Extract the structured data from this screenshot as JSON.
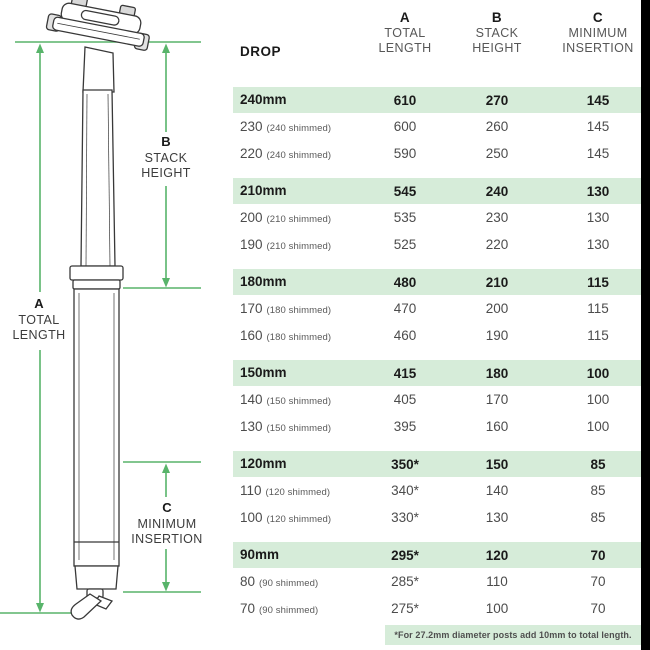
{
  "colors": {
    "accent_green": "#58b46a",
    "highlight_green": "#d6ecd9",
    "text_dark": "#1a1a1a",
    "text_gray": "#4c4c4c",
    "right_bar": "#000000"
  },
  "diagram": {
    "dim_a": {
      "letter": "A",
      "line1": "TOTAL",
      "line2": "LENGTH"
    },
    "dim_b": {
      "letter": "B",
      "line1": "STACK",
      "line2": "HEIGHT"
    },
    "dim_c": {
      "letter": "C",
      "line1": "MINIMUM",
      "line2": "INSERTION"
    }
  },
  "table": {
    "drop_header": "DROP",
    "columns": [
      {
        "letter": "A",
        "label1": "TOTAL",
        "label2": "LENGTH"
      },
      {
        "letter": "B",
        "label1": "STACK",
        "label2": "HEIGHT"
      },
      {
        "letter": "C",
        "label1": "MINIMUM",
        "label2": "INSERTION"
      }
    ],
    "groups": [
      {
        "band": {
          "drop": "240mm",
          "a": "610",
          "b": "270",
          "c": "145"
        },
        "rows": [
          {
            "drop": "230",
            "note": "(240 shimmed)",
            "a": "600",
            "b": "260",
            "c": "145"
          },
          {
            "drop": "220",
            "note": "(240 shimmed)",
            "a": "590",
            "b": "250",
            "c": "145"
          }
        ]
      },
      {
        "band": {
          "drop": "210mm",
          "a": "545",
          "b": "240",
          "c": "130"
        },
        "rows": [
          {
            "drop": "200",
            "note": "(210 shimmed)",
            "a": "535",
            "b": "230",
            "c": "130"
          },
          {
            "drop": "190",
            "note": "(210 shimmed)",
            "a": "525",
            "b": "220",
            "c": "130"
          }
        ]
      },
      {
        "band": {
          "drop": "180mm",
          "a": "480",
          "b": "210",
          "c": "115"
        },
        "rows": [
          {
            "drop": "170",
            "note": "(180 shimmed)",
            "a": "470",
            "b": "200",
            "c": "115"
          },
          {
            "drop": "160",
            "note": "(180 shimmed)",
            "a": "460",
            "b": "190",
            "c": "115"
          }
        ]
      },
      {
        "band": {
          "drop": "150mm",
          "a": "415",
          "b": "180",
          "c": "100"
        },
        "rows": [
          {
            "drop": "140",
            "note": "(150 shimmed)",
            "a": "405",
            "b": "170",
            "c": "100"
          },
          {
            "drop": "130",
            "note": "(150 shimmed)",
            "a": "395",
            "b": "160",
            "c": "100"
          }
        ]
      },
      {
        "band": {
          "drop": "120mm",
          "a": "350*",
          "b": "150",
          "c": "85"
        },
        "rows": [
          {
            "drop": "110",
            "note": "(120 shimmed)",
            "a": "340*",
            "b": "140",
            "c": "85"
          },
          {
            "drop": "100",
            "note": "(120 shimmed)",
            "a": "330*",
            "b": "130",
            "c": "85"
          }
        ]
      },
      {
        "band": {
          "drop": "90mm",
          "a": "295*",
          "b": "120",
          "c": "70"
        },
        "rows": [
          {
            "drop": "80",
            "note": "(90 shimmed)",
            "a": "285*",
            "b": "110",
            "c": "70"
          },
          {
            "drop": "70",
            "note": "(90 shimmed)",
            "a": "275*",
            "b": "100",
            "c": "70"
          }
        ]
      }
    ],
    "footnote": "*For 27.2mm diameter posts add 10mm to total length."
  }
}
